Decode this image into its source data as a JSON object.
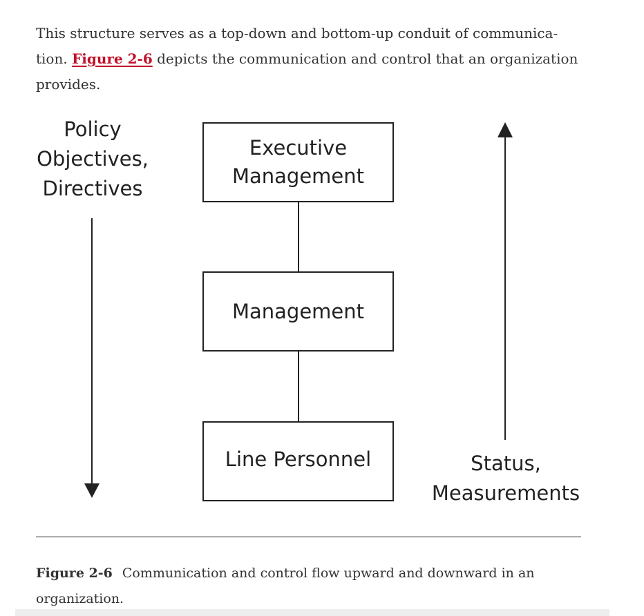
{
  "intro": {
    "line1": "This structure serves as a top-down and bottom-up conduit of communica-",
    "line2_before": "tion. ",
    "figure_link": "Figure 2-6",
    "line2_after": " depicts the communication and control that an organization",
    "line3": "provides."
  },
  "diagram": {
    "left_label": [
      "Policy",
      "Objectives,",
      "Directives"
    ],
    "right_label": [
      "Status,",
      "Measurements"
    ],
    "boxes": {
      "executive": [
        "Executive",
        "Management"
      ],
      "management": [
        "Management"
      ],
      "line_personnel": [
        "Line Personnel"
      ]
    }
  },
  "caption": {
    "label": "Figure 2-6",
    "text_line1": "Communication and control flow upward and downward in an",
    "text_line2": "organization."
  },
  "colors": {
    "link": "#c0102a",
    "text": "#333333",
    "diagram_ink": "#222222"
  }
}
